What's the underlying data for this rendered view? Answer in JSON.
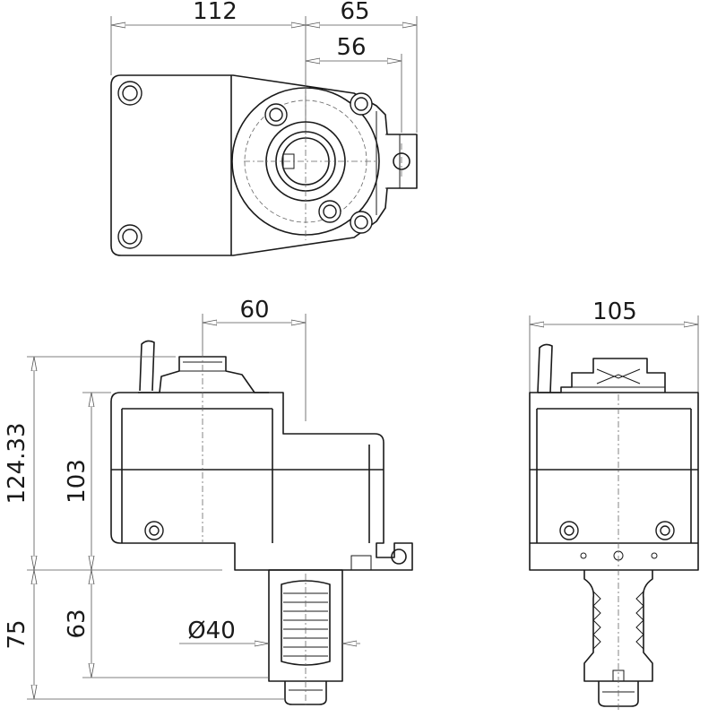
{
  "dimensions": {
    "top_width": "112",
    "top_offset": "65",
    "top_inner": "56",
    "side_center": "60",
    "height_total": "124.33",
    "height_body": "103",
    "shank_lower": "75",
    "shank_inner": "63",
    "shank_diameter": "Ø40",
    "front_width": "105"
  }
}
